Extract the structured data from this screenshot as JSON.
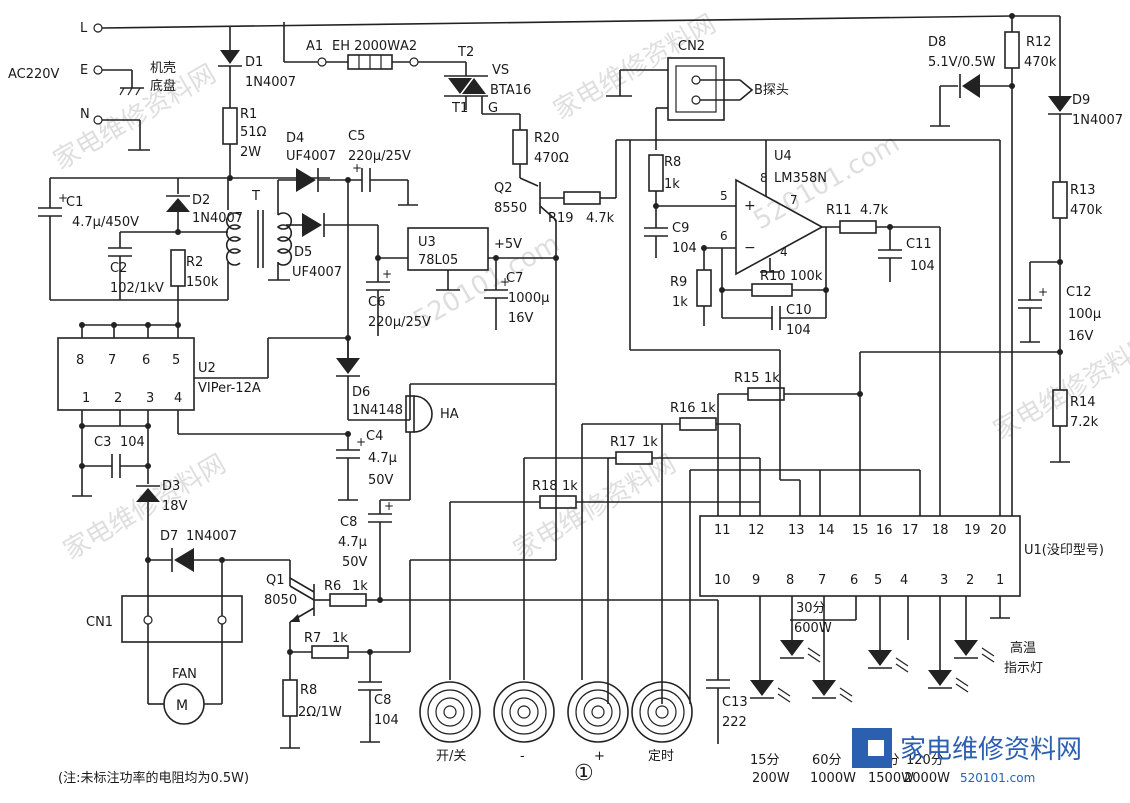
{
  "rails": {
    "L": "L",
    "E": "E",
    "N": "N",
    "ac": "AC220V"
  },
  "chassis": {
    "line1": "机壳",
    "line2": "底盘"
  },
  "heater": {
    "a1": "A1",
    "label": "EH  2000W",
    "a2": "A2"
  },
  "triac": {
    "t2": "T2",
    "vs": "VS",
    "part": "BTA16",
    "t1": "T1",
    "g": "G"
  },
  "cn2": {
    "name": "CN2",
    "probe": "B探头"
  },
  "components": {
    "d1": [
      "D1",
      "1N4007"
    ],
    "r1": [
      "R1",
      "51Ω",
      "2W"
    ],
    "c1": [
      "C1",
      "4.7μ/450V"
    ],
    "d2": [
      "D2",
      "1N4007"
    ],
    "c2": [
      "C2",
      "102/1kV"
    ],
    "r2": [
      "R2",
      "150k"
    ],
    "t": "T",
    "d4": [
      "D4",
      "UF4007"
    ],
    "c5": [
      "C5",
      "220μ/25V"
    ],
    "d5": [
      "D5",
      "UF4007"
    ],
    "u3": [
      "U3",
      "78L05"
    ],
    "c6": [
      "C6",
      "220μ/25V"
    ],
    "c7": [
      "C7",
      "1000μ",
      "16V"
    ],
    "plus5": "+5V",
    "r20": [
      "R20",
      "470Ω"
    ],
    "q2": [
      "Q2",
      "8550"
    ],
    "r19": [
      "R19",
      "4.7k"
    ],
    "r8a": [
      "R8",
      "1k"
    ],
    "c9": [
      "C9",
      "104"
    ],
    "r9": [
      "R9",
      "1k"
    ],
    "u4": [
      "U4",
      "LM358N"
    ],
    "r10": [
      "R10",
      "100k"
    ],
    "c10": [
      "C10",
      "104"
    ],
    "r11": [
      "R11",
      "4.7k"
    ],
    "c11": [
      "C11",
      "104"
    ],
    "d8": [
      "D8",
      "5.1V/0.5W"
    ],
    "r12": [
      "R12",
      "470k"
    ],
    "d9": [
      "D9",
      "1N4007"
    ],
    "r13": [
      "R13",
      "470k"
    ],
    "c12": [
      "C12",
      "100μ",
      "16V"
    ],
    "r14": [
      "R14",
      "7.2k"
    ],
    "u2": [
      "U2",
      "VIPer-12A"
    ],
    "c3": [
      "C3",
      "104"
    ],
    "d3": [
      "D3",
      "18V"
    ],
    "d6": [
      "D6",
      "1N4148"
    ],
    "ha": "HA",
    "c4": [
      "C4",
      "4.7μ",
      "50V"
    ],
    "c8a": [
      "C8",
      "4.7μ",
      "50V"
    ],
    "d7": [
      "D7",
      "1N4007"
    ],
    "cn1": "CN1",
    "fan": "FAN",
    "motor": "M",
    "q1": [
      "Q1",
      "8050"
    ],
    "r6": [
      "R6",
      "1k"
    ],
    "r7": [
      "R7",
      "1k"
    ],
    "r8b": [
      "R8",
      "2Ω/1W"
    ],
    "c8b": [
      "C8",
      "104"
    ],
    "r15": [
      "R15",
      "1k"
    ],
    "r16": [
      "R16",
      "1k"
    ],
    "r17": [
      "R17",
      "1k"
    ],
    "r18": [
      "R18",
      "1k"
    ],
    "c13": [
      "C13",
      "222"
    ],
    "u1": "U1(没印型号)"
  },
  "opamp_pins": {
    "p5": "5",
    "p6": "6",
    "p7": "7",
    "p8": "8",
    "p4": "4"
  },
  "u2_pins": [
    "8",
    "7",
    "6",
    "5",
    "1",
    "2",
    "3",
    "4"
  ],
  "u1_pins_top": [
    "11",
    "12",
    "13",
    "14",
    "15",
    "16",
    "17",
    "18",
    "19",
    "20"
  ],
  "u1_pins_bottom": [
    "10",
    "9",
    "8",
    "7",
    "6",
    "5",
    "4",
    "3",
    "2",
    "1"
  ],
  "buttons": [
    "开/关",
    "-",
    "+",
    "定时"
  ],
  "leds": {
    "l15": [
      "15分",
      "200W"
    ],
    "l60": [
      "60分",
      "1000W"
    ],
    "l30": [
      "30分",
      "600W"
    ],
    "l90": "90分",
    "l90w": "1500W",
    "l120": "120分",
    "l120w": "2000W",
    "hot": [
      "高温",
      "指示灯"
    ]
  },
  "note": "(注:未标注功率的电阻均为0.5W)",
  "figure_no": "①",
  "logo": {
    "text": "家电维修资料网",
    "url": "520101.com"
  },
  "watermark": [
    "家电维修资料网",
    "520101.com"
  ]
}
